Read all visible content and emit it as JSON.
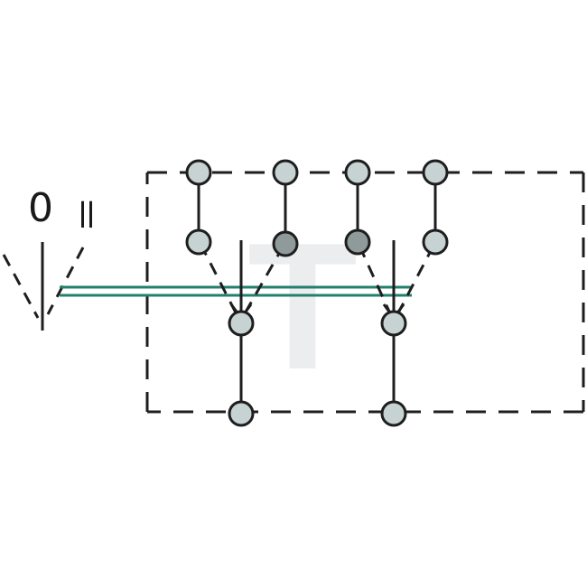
{
  "diagram": {
    "labels": {
      "position_off": "0",
      "position_on": "II"
    },
    "watermark": "T",
    "colors": {
      "background": "#ffffff",
      "line": "#1e1e1e",
      "terminal_fill": "#c7d3d3",
      "terminal_fill_dark": "#8f9b9b",
      "actuator": "#21806e",
      "watermark": "#ecedee"
    }
  }
}
